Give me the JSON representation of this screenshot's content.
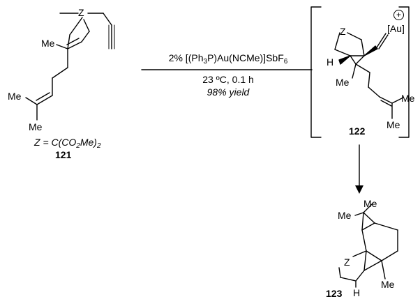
{
  "reagent": {
    "pre": "2% [(Ph",
    "sub1": "3",
    "mid": "P)Au(NCMe)]SbF",
    "sub2": "6"
  },
  "conditions": {
    "temp_time": "23 ºC, 0.1 h",
    "yield": "98% yield"
  },
  "substrate": {
    "z": "Z",
    "me_top": "Me",
    "me_left": "Me",
    "me_bottom": "Me",
    "def_pre": "Z = C(CO",
    "def_sub1": "2",
    "def_mid": "Me)",
    "def_sub2": "2",
    "number": "121"
  },
  "intermediate": {
    "z": "Z",
    "h": "H",
    "me": "Me",
    "au": "[Au]",
    "charge": "+",
    "me_chain": "Me",
    "me_chain2": "Me",
    "number": "122"
  },
  "product": {
    "me1": "Me",
    "me2": "Me",
    "z": "Z",
    "me_ring": "Me",
    "h": "H",
    "number": "123"
  }
}
